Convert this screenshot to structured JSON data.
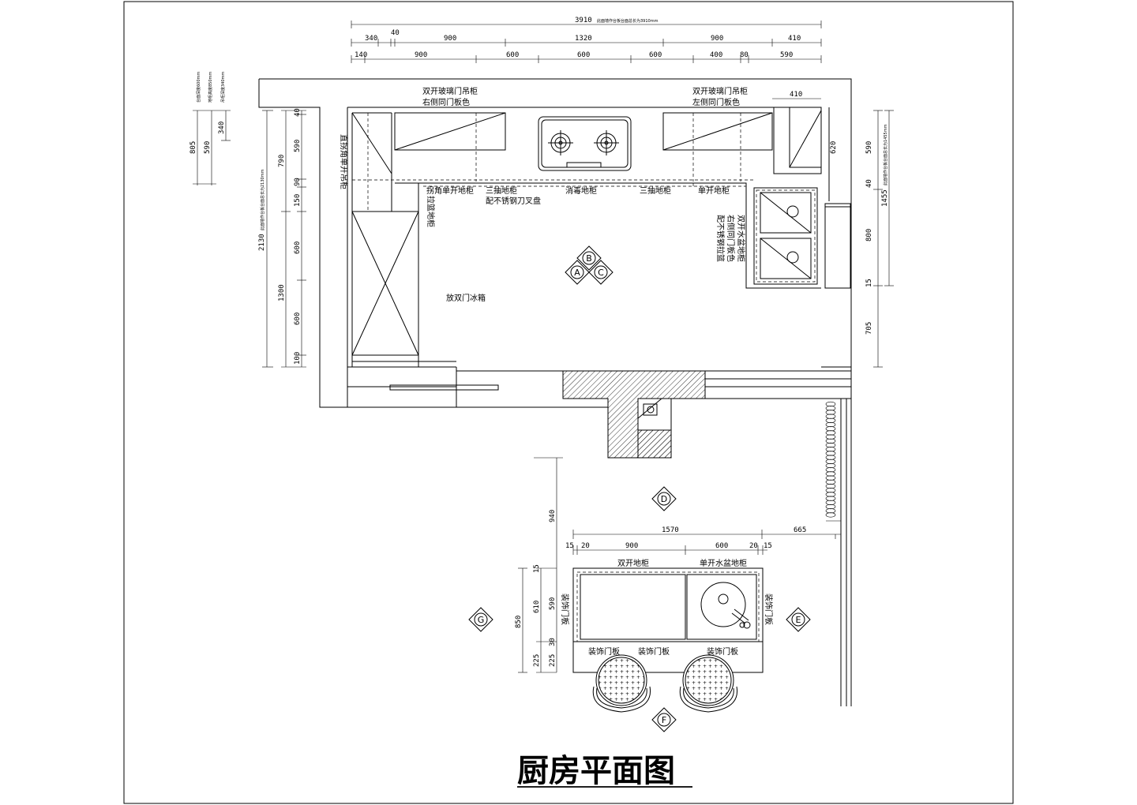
{
  "title": "厨房平面图",
  "top_dims": {
    "overall": "3910",
    "overall_note": "此面墙作台板台面总长为3910mm",
    "row1": [
      "340",
      "40",
      "900",
      "1320",
      "900",
      "410"
    ],
    "row2": [
      "140",
      "900",
      "600",
      "600",
      "600",
      "400",
      "80",
      "590"
    ]
  },
  "labels": {
    "upper_left": [
      "双开玻璃门吊柜",
      "右侧同门板色"
    ],
    "upper_right": [
      "双开玻璃门吊柜",
      "左侧同门板色"
    ],
    "upper_right_dim": "410",
    "left_upper": "直拐角单开吊柜",
    "pull_basket": "拉篮地柜",
    "corner": "拐角单开地柜",
    "three_left": "三抽地柜",
    "knife_tray": "配不锈钢刀叉盘",
    "disinfect": "消毒地柜",
    "three_right": "三抽地柜",
    "single_door": "单开地柜",
    "sink_cab": [
      "双开水盆地柜",
      "右侧同门板色",
      "配不锈钢拉篮"
    ],
    "fridge": "放双门冰箱"
  },
  "left_note_lines": [
    "台面深度600mm",
    "地柜高度850mm",
    "吊柜深度340mm"
  ],
  "left_vert_dims": [
    "805",
    "590",
    "340"
  ],
  "left_side": {
    "total": "2130",
    "total_note": "此面墙作台板台面总长为2130mm",
    "group": [
      "40",
      "790",
      "90",
      "150",
      "600",
      "1300",
      "600",
      "100"
    ]
  },
  "right_side": {
    "total": "1455",
    "total_note": "此面墙作台板台面总长为1455mm",
    "dims": [
      "620",
      "590",
      "40",
      "800",
      "15",
      "705"
    ]
  },
  "markers": {
    "a": "A",
    "b": "B",
    "c": "C",
    "d": "D",
    "e": "E",
    "f": "F",
    "g": "G"
  },
  "island": {
    "dim_940": "940",
    "dim_1570": "1570",
    "dim_665": "665",
    "row": [
      "15",
      "20",
      "900",
      "600",
      "20",
      "15"
    ],
    "left_dims": [
      "850",
      "225",
      "15",
      "610",
      "590",
      "30",
      "225"
    ],
    "double_cab": "双开地柜",
    "sink_cab": "单开水盆地柜",
    "deco_left": "装饰门板",
    "deco_right": "装饰门板",
    "deco_bottom": [
      "装饰门板",
      "装饰门板",
      "装饰门板"
    ]
  }
}
